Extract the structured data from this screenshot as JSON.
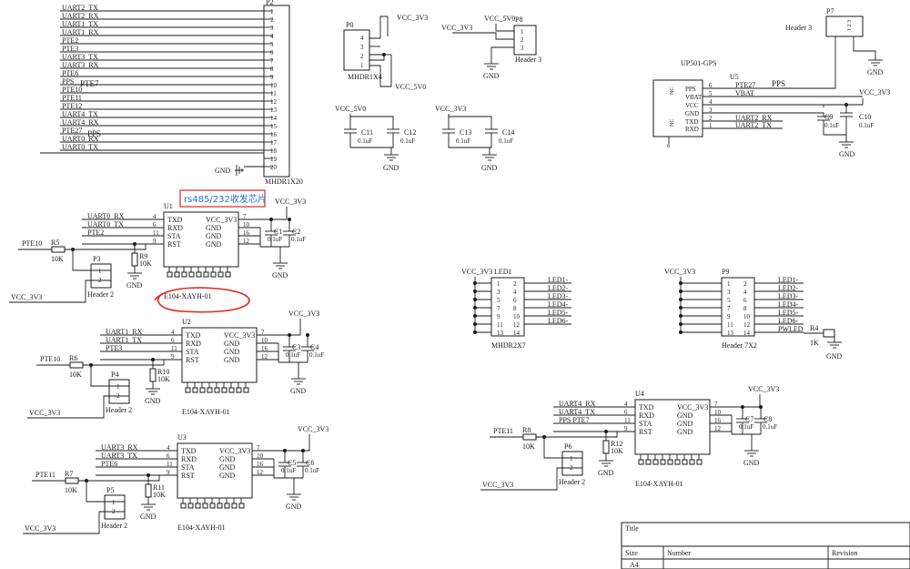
{
  "colors": {
    "ink": "#1a1a1a",
    "note": "#2b6fd6",
    "mark": "#e0271f"
  },
  "annotation": {
    "text": "rs485/232收发芯片"
  },
  "p2": {
    "ref": "P2",
    "part": "MHDR1X20",
    "labels": [
      "UART2_TX",
      "UART2_RX",
      "UART1_TX",
      "UART1_RX",
      "PTE2",
      "PTE3",
      "UART3_TX",
      "UART3_RX",
      "PTE6",
      "PPS",
      "PTE10",
      "PTE11",
      "PTE12",
      "UART4_TX",
      "UART4_RX",
      "PTE27",
      "UART0_RX",
      "UART0_TX",
      "",
      ""
    ],
    "extra": [
      "PTE7",
      "",
      "",
      "",
      "",
      "PPS"
    ],
    "gnd": "GND"
  },
  "p0": {
    "ref": "P0",
    "part": "MHDR1X4",
    "pins": [
      "4",
      "3",
      "2",
      "1"
    ],
    "top": "VCC_3V3",
    "bottom": "VCC_5V0"
  },
  "p8": {
    "ref": "P8",
    "part": "Header 3",
    "pins": [
      "1",
      "2",
      "3"
    ],
    "v1": "VCC_5V0",
    "v2": "VCC_3V3"
  },
  "p7": {
    "ref": "P7",
    "part": "Header 3",
    "pins": "1 2 3"
  },
  "decoup": {
    "net_a": "VCC_5V0",
    "net_b": "VCC_3V3",
    "caps": [
      {
        "ref": "C11",
        "val": "0.1uF"
      },
      {
        "ref": "C12",
        "val": "0.1uF"
      },
      {
        "ref": "C13",
        "val": "0.1uF"
      },
      {
        "ref": "C14",
        "val": "0.1uF"
      }
    ]
  },
  "gps": {
    "title": "UP501-GPS",
    "ref": "U5",
    "pins": [
      {
        "n": "6",
        "name": "PPS",
        "net": "PTE27"
      },
      {
        "n": "5",
        "name": "VBAT",
        "net": "VBAT"
      },
      {
        "n": "4",
        "name": "VCC",
        "net": ""
      },
      {
        "n": "3",
        "name": "GND",
        "net": ""
      },
      {
        "n": "2",
        "name": "TXD",
        "net": "UART2_RX"
      },
      {
        "n": "1",
        "name": "RXD",
        "net": "UART2_TX"
      }
    ],
    "nc": "NC",
    "nc2": "NC",
    "pin8": "8",
    "pps_flag": "PPS",
    "c9": {
      "ref": "C9",
      "val": "0.1uF"
    },
    "c10": {
      "ref": "C10",
      "val": "0.1uF"
    },
    "vcc": "VCC_3V3"
  },
  "mods": [
    {
      "ref": "U1",
      "part": "E104-XAYH-01",
      "rx": "UART0_RX",
      "tx": "UART0_TX",
      "sta": "PTE2",
      "en": "PTE10",
      "r": "R5",
      "rpd": "R9",
      "hdr": "P3",
      "ca": "C1",
      "cb": "C2"
    },
    {
      "ref": "U2",
      "part": "E104-XAYH-01",
      "rx": "UART1_RX",
      "tx": "UART1_TX",
      "sta": "PTE3",
      "en": "PTE10",
      "r": "R6",
      "rpd": "R10",
      "hdr": "P4",
      "ca": "C3",
      "cb": "C4"
    },
    {
      "ref": "U3",
      "part": "E104-XAYH-01",
      "rx": "UART3_RX",
      "tx": "UART3_TX",
      "sta": "PTE6",
      "en": "PTE11",
      "r": "R7",
      "rpd": "R11",
      "hdr": "P5",
      "ca": "C5",
      "cb": "C6"
    },
    {
      "ref": "U4",
      "part": "E104-XAYH-01",
      "rx": "UART4_RX",
      "tx": "UART4_TX",
      "sta": "PPS PTE7",
      "en": "PTE11",
      "r": "R8",
      "rpd": "R12",
      "hdr": "P6",
      "ca": "C7",
      "cb": "C8"
    }
  ],
  "mod_common": {
    "pins_l": [
      {
        "n": "4",
        "name": "TXD"
      },
      {
        "n": "6",
        "name": "RXD"
      },
      {
        "n": "11",
        "name": "STA"
      },
      {
        "n": "9",
        "name": "RST"
      }
    ],
    "pins_r": [
      {
        "n": "7",
        "name": "VCC_3V3"
      },
      {
        "n": "10",
        "name": "GND"
      },
      {
        "n": "16",
        "name": "GND"
      },
      {
        "n": "12",
        "name": "GND"
      }
    ],
    "vcc": "VCC_3V3",
    "r_val": "10K",
    "cap_val": "0.1uF",
    "hdr_part": "Header 2",
    "hdr_pins": [
      "1",
      "2"
    ]
  },
  "led1": {
    "ref": "LED1",
    "part": "MHDR2X7",
    "vcc": "VCC_3V3",
    "left": [
      "1",
      "3",
      "5",
      "7",
      "9",
      "11",
      "13"
    ],
    "right": [
      "2",
      "4",
      "6",
      "8",
      "10",
      "12",
      "14"
    ],
    "nets": [
      "LED1-",
      "LED2-",
      "LED3-",
      "LED4-",
      "LED5-",
      "LED6-"
    ]
  },
  "p9": {
    "ref": "P9",
    "part": "Header 7X2",
    "vcc": "VCC_3V3",
    "left": [
      "1",
      "3",
      "5",
      "7",
      "9",
      "11",
      "13"
    ],
    "right": [
      "2",
      "4",
      "6",
      "8",
      "10",
      "12",
      "14"
    ],
    "nets": [
      "LED1-",
      "LED2-",
      "LED3-",
      "LED4-",
      "LED5-",
      "LED6-",
      "PWLED"
    ],
    "r": "R4",
    "r_val": "1K"
  },
  "title_block": {
    "title": "Title",
    "size": "Size",
    "number": "Number",
    "revision": "Revision",
    "size_val": "A4"
  }
}
